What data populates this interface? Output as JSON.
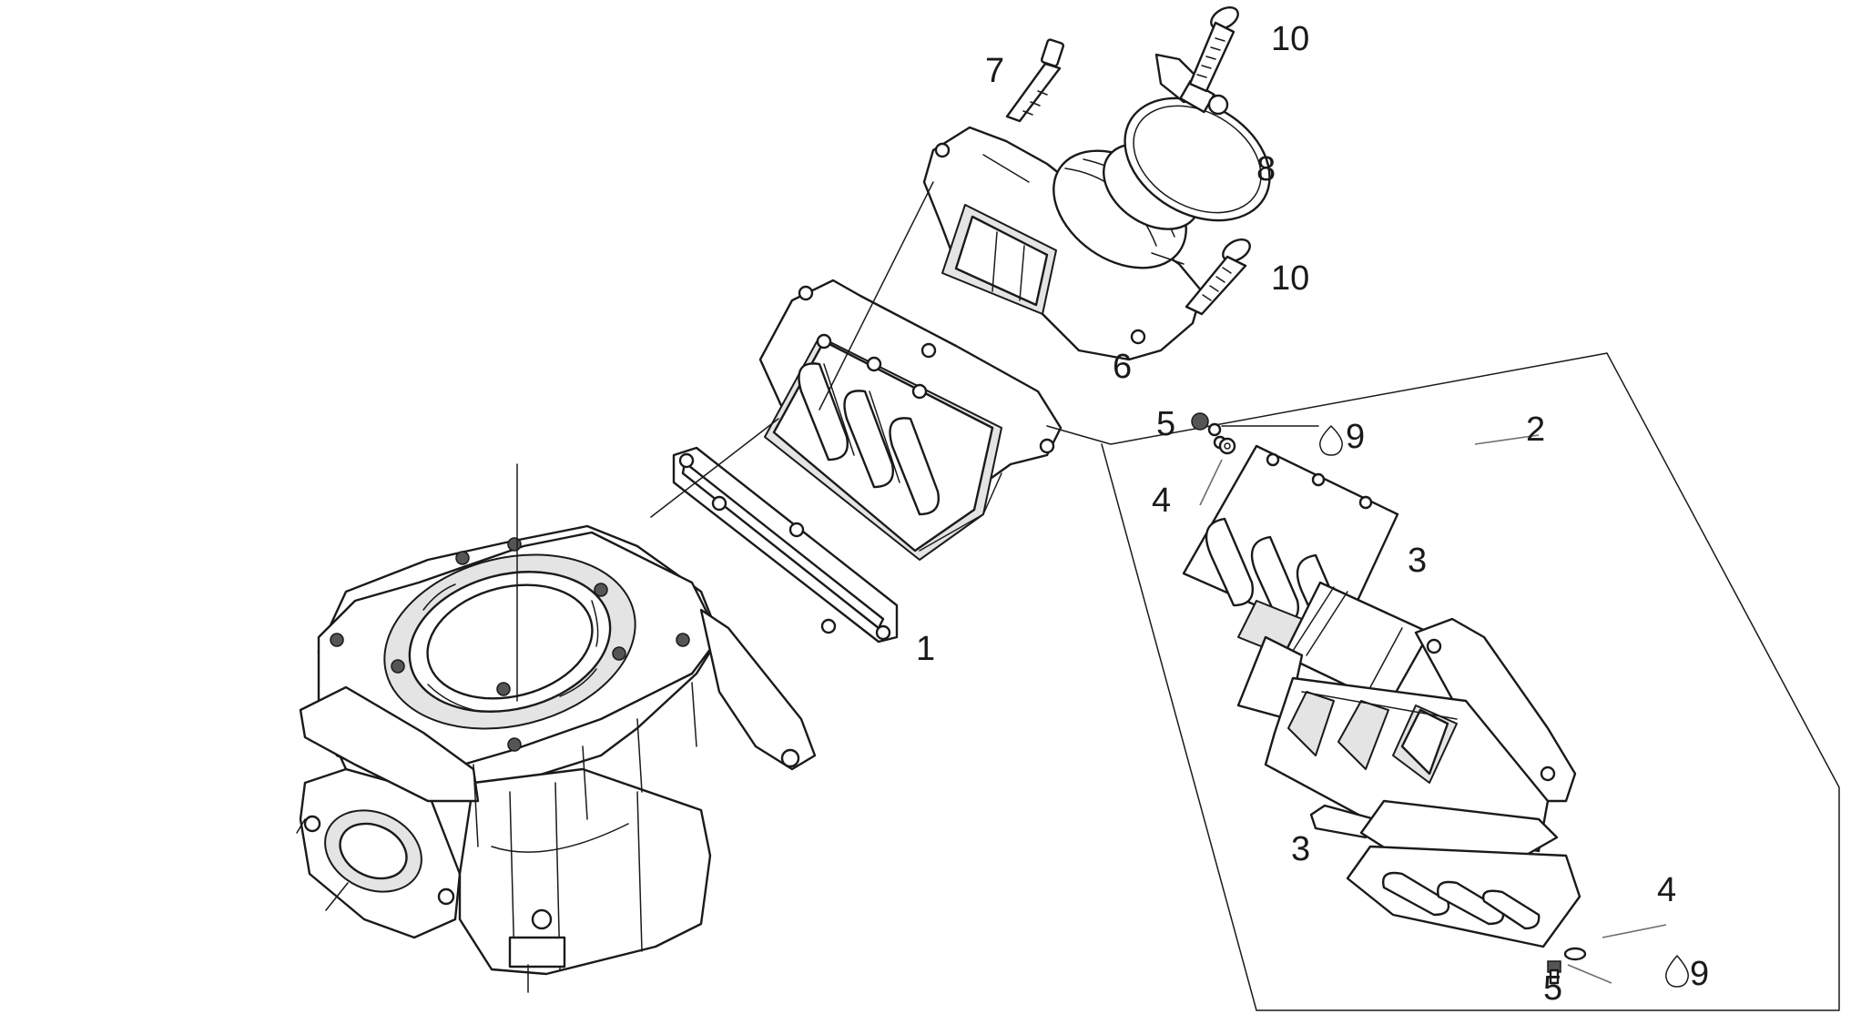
{
  "callouts": {
    "c1": "1",
    "c2": "2",
    "c3a": "3",
    "c3b": "3",
    "c4a": "4",
    "c4b": "4",
    "c5a": "5",
    "c5b": "5",
    "c6": "6",
    "c7": "7",
    "c8": "8",
    "c9a": "9",
    "c9b": "9",
    "c10a": "10",
    "c10b": "10"
  },
  "icons": {
    "drop": "lubricant-drop-icon"
  },
  "colors": {
    "line": "#1a1a1a",
    "leader": "#6e6e6e",
    "background": "#ffffff"
  }
}
